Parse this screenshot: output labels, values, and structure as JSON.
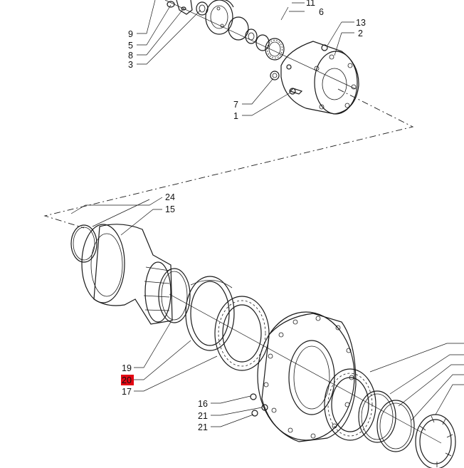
{
  "diagram": {
    "highlight_color": "#e30613",
    "callouts": [
      {
        "id": "c11",
        "label": "11"
      },
      {
        "id": "c6",
        "label": "6"
      },
      {
        "id": "c13",
        "label": "13"
      },
      {
        "id": "c2",
        "label": "2"
      },
      {
        "id": "c9",
        "label": "9"
      },
      {
        "id": "c5",
        "label": "5"
      },
      {
        "id": "c8",
        "label": "8"
      },
      {
        "id": "c3",
        "label": "3"
      },
      {
        "id": "c7",
        "label": "7"
      },
      {
        "id": "c1",
        "label": "1"
      },
      {
        "id": "c24",
        "label": "24"
      },
      {
        "id": "c15",
        "label": "15"
      },
      {
        "id": "c19",
        "label": "19"
      },
      {
        "id": "c20",
        "label": "20",
        "highlighted": true
      },
      {
        "id": "c17",
        "label": "17"
      },
      {
        "id": "c16",
        "label": "16"
      },
      {
        "id": "c21a",
        "label": "21"
      },
      {
        "id": "c21b",
        "label": "21"
      }
    ]
  }
}
